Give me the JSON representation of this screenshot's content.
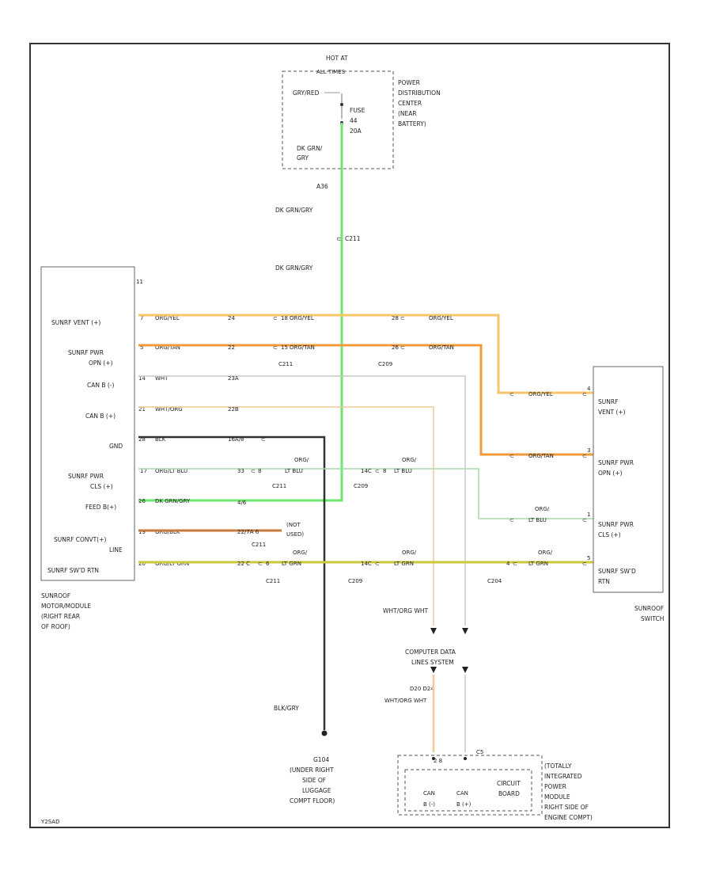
{
  "diagram_code": "Y2SAD",
  "power": {
    "hot_at": "HOT AT",
    "all_times": "ALL TIMES",
    "center_label": [
      "POWER",
      "DISTRIBUTION",
      "CENTER",
      "(NEAR",
      "BATTERY)"
    ],
    "in_wire": "GRY/RED",
    "fuse": [
      "FUSE",
      "44",
      "20A"
    ],
    "out_wire": [
      "DK GRN/",
      "GRY"
    ],
    "cavity": "A36"
  },
  "splice": {
    "wire1": "DK GRN/GRY",
    "splice_id": "C211",
    "wire2": "DK GRN/GRY"
  },
  "module": {
    "name": [
      "SUNROOF",
      "MOTOR/MODULE",
      "(RIGHT REAR",
      "OF ROOF)"
    ],
    "connector": "11",
    "pins": [
      {
        "name": "SUNRF VENT (+)",
        "pin": "7",
        "wire": "ORG/YEL"
      },
      {
        "name": [
          "SUNRF PWR",
          "OPN (+)"
        ],
        "pin": "5",
        "wire": "ORG/TAN"
      },
      {
        "name": "CAN B (-)",
        "pin": "14",
        "wire": "WHT"
      },
      {
        "name": "CAN B (+)",
        "pin": "21",
        "wire": "WHT/ORG"
      },
      {
        "name": "GND",
        "pin": "28",
        "wire": "BLK"
      },
      {
        "name": [
          "SUNRF PWR",
          "CLS (+)"
        ],
        "pin": "17",
        "wire": "ORG/LT BLU"
      },
      {
        "name": "FEED B(+)",
        "pin": "26",
        "wire": "DK GRN/GRY"
      },
      {
        "name": [
          "SUNRF CONVT(+)",
          "LINE"
        ],
        "pin": "19",
        "wire": "ORG/BLK"
      },
      {
        "name": "SUNRF SW'D RTN",
        "pin": "20",
        "wire": "ORG/LT GRN"
      }
    ]
  },
  "harness": {
    "c1_vent": "24",
    "c2_vent": "28",
    "c3_vent": "18",
    "c1_opn": "22",
    "c2_opn": "26",
    "c3_opn": "15",
    "can_neg": "23A",
    "can_pos": "22B",
    "gnd": "16A/8",
    "c1_cls": "33",
    "c1_cls_b": "8",
    "c2_cls": "14C",
    "c2_cls_b": "8",
    "feed": "4/6",
    "convt": "22/7A 6",
    "not_used": [
      "(NOT",
      "USED)"
    ],
    "rtn_a": "22 C",
    "rtn_b": "6",
    "rtn_c": "14C",
    "rtn_d": "4",
    "wire_org": "ORG/",
    "ltblu": "LT BLU",
    "ltgrn": "LT GRN",
    "conn_a": "C211",
    "conn_b": "C209",
    "conn_c": "C204"
  },
  "switch": {
    "name": [
      "SUNROOF",
      "SWITCH"
    ],
    "pins": [
      {
        "name": [
          "SUNRF",
          "VENT (+)"
        ],
        "pin": "4",
        "wire": "ORG/YEL"
      },
      {
        "name": [
          "SUNRF PWR",
          "OPN (+)"
        ],
        "pin": "3",
        "wire": "ORG/TAN"
      },
      {
        "name": [
          "SUNRF PWR",
          "CLS (+)"
        ],
        "pin": "1",
        "wire": "LT BLU"
      },
      {
        "name": [
          "SUNRF SW'D",
          "RTN"
        ],
        "pin": "5",
        "wire": "LT GRN"
      }
    ]
  },
  "cds": {
    "label": [
      "COMPUTER DATA",
      "LINES SYSTEM"
    ],
    "wires_top": "WHT/ORG  WHT",
    "pins": "D20  D24",
    "wires_bot": "WHT/ORG  WHT"
  },
  "ground": {
    "wire": "BLK/GRY",
    "label": [
      "G104",
      "(UNDER RIGHT",
      "SIDE OF",
      "LUGGAGE",
      "COMPT FLOOR)"
    ]
  },
  "tipm": {
    "label": [
      "(TOTALLY",
      "INTEGRATED",
      "POWER",
      "MODULE",
      "RIGHT SIDE OF",
      "ENGINE COMPT)"
    ],
    "conn": "C5",
    "pins": "2    8",
    "board": [
      "CIRCUIT",
      "BOARD"
    ],
    "can_a": "CAN",
    "can_b": "CAN",
    "can_a2": "B (-)",
    "can_b2": "B (+)"
  },
  "colors": {
    "green": "#6ee56e",
    "orange_yellow": "#f7c66b",
    "orange_tan": "#f09a3a",
    "white": "#c8c8c8",
    "white_orange": "#f4c79a",
    "black": "#333333",
    "lt_blue": "#a8d9a8",
    "orange_black": "#c97a3a",
    "lt_green": "#c9c93a"
  }
}
